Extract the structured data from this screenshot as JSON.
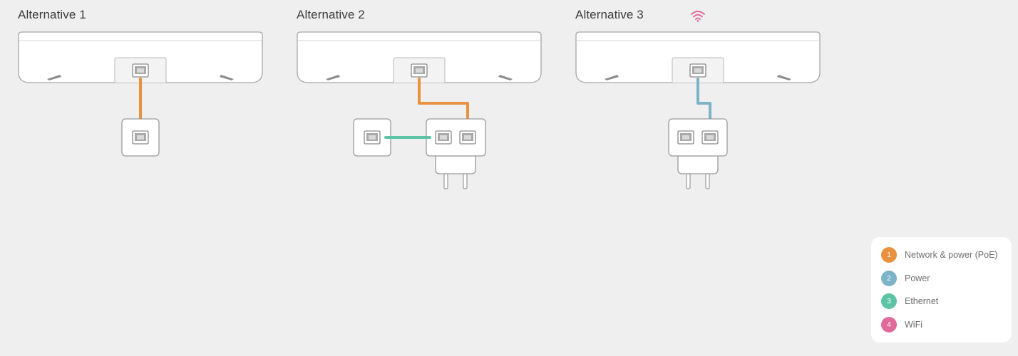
{
  "alternatives": [
    {
      "title": "Alternative 1"
    },
    {
      "title": "Alternative 2"
    },
    {
      "title": "Alternative 3"
    }
  ],
  "legend": [
    {
      "number": "1",
      "label": "Network & power (PoE)",
      "color": "#e8913f"
    },
    {
      "number": "2",
      "label": "Power",
      "color": "#7db3c9"
    },
    {
      "number": "3",
      "label": "Ethernet",
      "color": "#5cc4a5"
    },
    {
      "number": "4",
      "label": "WiFi",
      "color": "#e06a9c"
    }
  ],
  "colors": {
    "poe": "#e8913f",
    "power": "#7db3c9",
    "ethernet": "#5cc4a5",
    "wifi": "#e06a9c",
    "device_fill": "#ffffff",
    "device_stroke": "#9a9a9a",
    "background": "#efefef"
  },
  "icons": {
    "wifi": "wifi-icon",
    "port": "ethernet-port-icon",
    "plug": "power-plug-icon"
  }
}
